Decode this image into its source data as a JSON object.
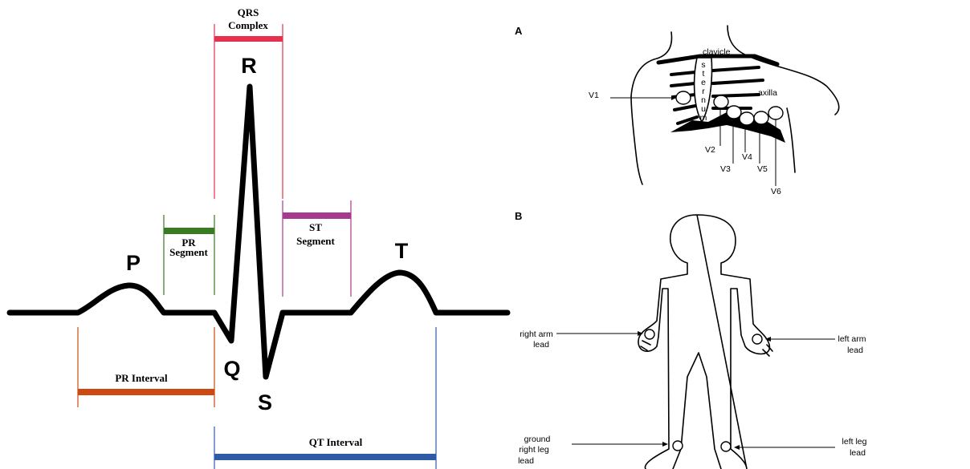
{
  "ecg": {
    "waves": {
      "p": "P",
      "q": "Q",
      "r": "R",
      "s": "S",
      "t": "T"
    },
    "brackets": {
      "qrs_line1": "QRS",
      "qrs_line2": "Complex",
      "pr_segment_line1": "PR",
      "pr_segment_line2": "Segment",
      "st_segment_line1": "ST",
      "st_segment_line2": "Segment",
      "pr_interval": "PR Interval",
      "qt_interval": "QT Interval"
    },
    "colors": {
      "qrs": "#e5304f",
      "pr_segment": "#3a7a22",
      "st_segment": "#a63a8e",
      "pr_interval": "#cc4a12",
      "qt_interval": "#2e5aa8",
      "trace": "#000000"
    }
  },
  "panel_a": {
    "label": "A",
    "clavicle": "clavicle",
    "sternum": [
      "s",
      "t",
      "e",
      "r",
      "n",
      "u",
      "m"
    ],
    "axilla": "axilla",
    "leads": {
      "v1": "V1",
      "v2": "V2",
      "v3": "V3",
      "v4": "V4",
      "v5": "V5",
      "v6": "V6"
    }
  },
  "panel_b": {
    "label": "B",
    "right_arm": [
      "right arm",
      "lead"
    ],
    "left_arm": [
      "left arm",
      "lead"
    ],
    "ground": [
      "ground",
      "right leg",
      "lead"
    ],
    "left_leg": [
      "left leg",
      "lead"
    ]
  }
}
